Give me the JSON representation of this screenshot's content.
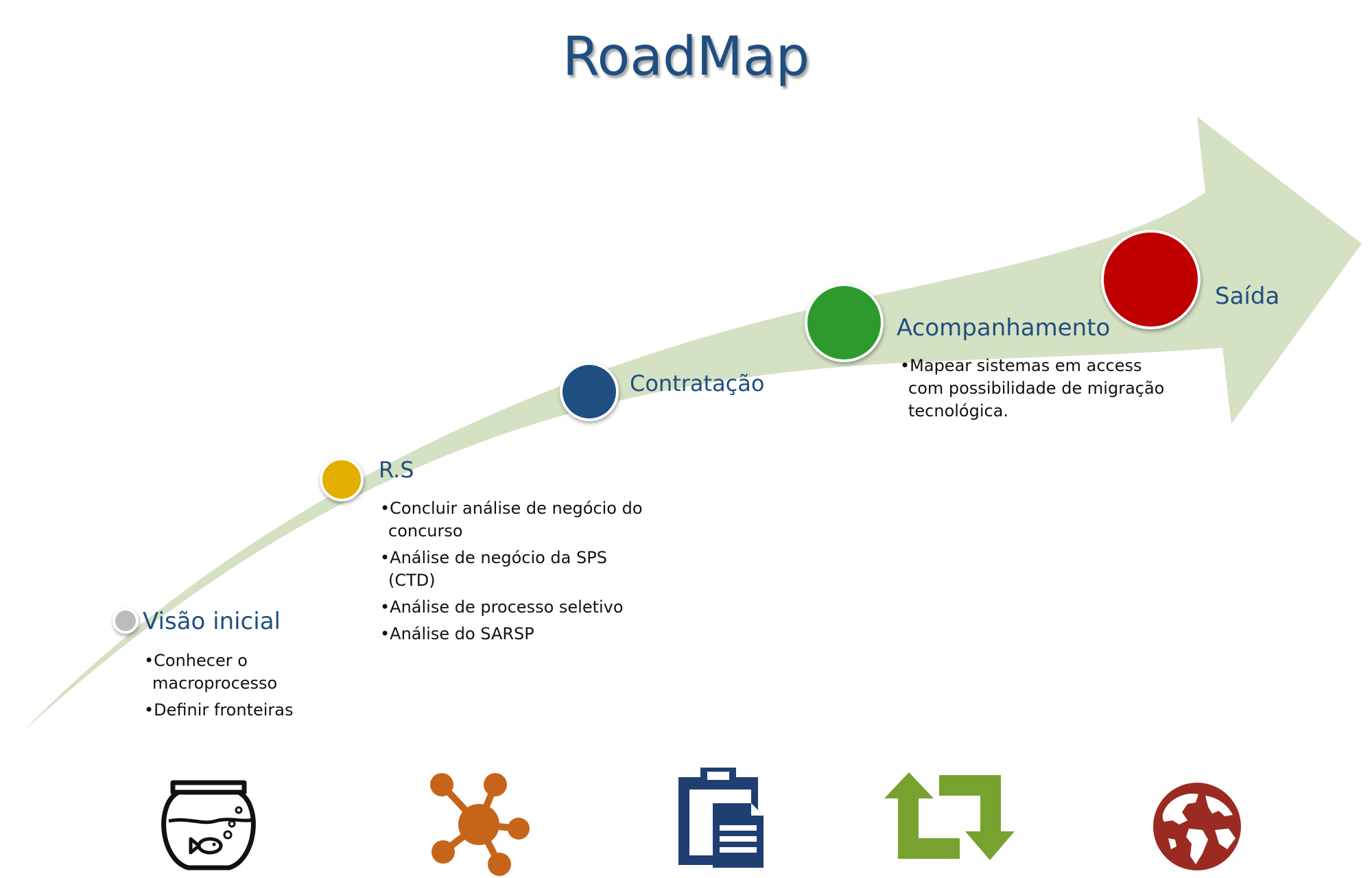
{
  "title": "RoadMap",
  "colors": {
    "title": "#1f4e80",
    "arrow": "#d5e1c3",
    "stage_title": "#1f4e80"
  },
  "stages": [
    {
      "title": "Visão inicial",
      "circle_color": "#bcbcbc",
      "bullets": [
        "Conhecer o macroprocesso",
        "Definir fronteiras"
      ],
      "icon": "fishbowl-icon",
      "icon_color": "#111111"
    },
    {
      "title": "R.S",
      "circle_color": "#e3ae00",
      "bullets": [
        "Concluir análise de negócio do concurso",
        "Análise de negócio da SPS (CTD)",
        "Análise de processo seletivo",
        "Análise do SARSP"
      ],
      "icon": "network-icon",
      "icon_color": "#c6651a"
    },
    {
      "title": "Contratação",
      "circle_color": "#1f4e80",
      "bullets": [],
      "icon": "clipboard-icon",
      "icon_color": "#1f3f73"
    },
    {
      "title": "Acompanhamento",
      "circle_color": "#2e9a2e",
      "bullets": [
        "Mapear sistemas em access com possibilidade de migração tecnológica."
      ],
      "icon": "repeat-icon",
      "icon_color": "#77a22f"
    },
    {
      "title": "Saída",
      "circle_color": "#c00000",
      "bullets": [],
      "icon": "globe-icon",
      "icon_color": "#9b2b22"
    }
  ]
}
